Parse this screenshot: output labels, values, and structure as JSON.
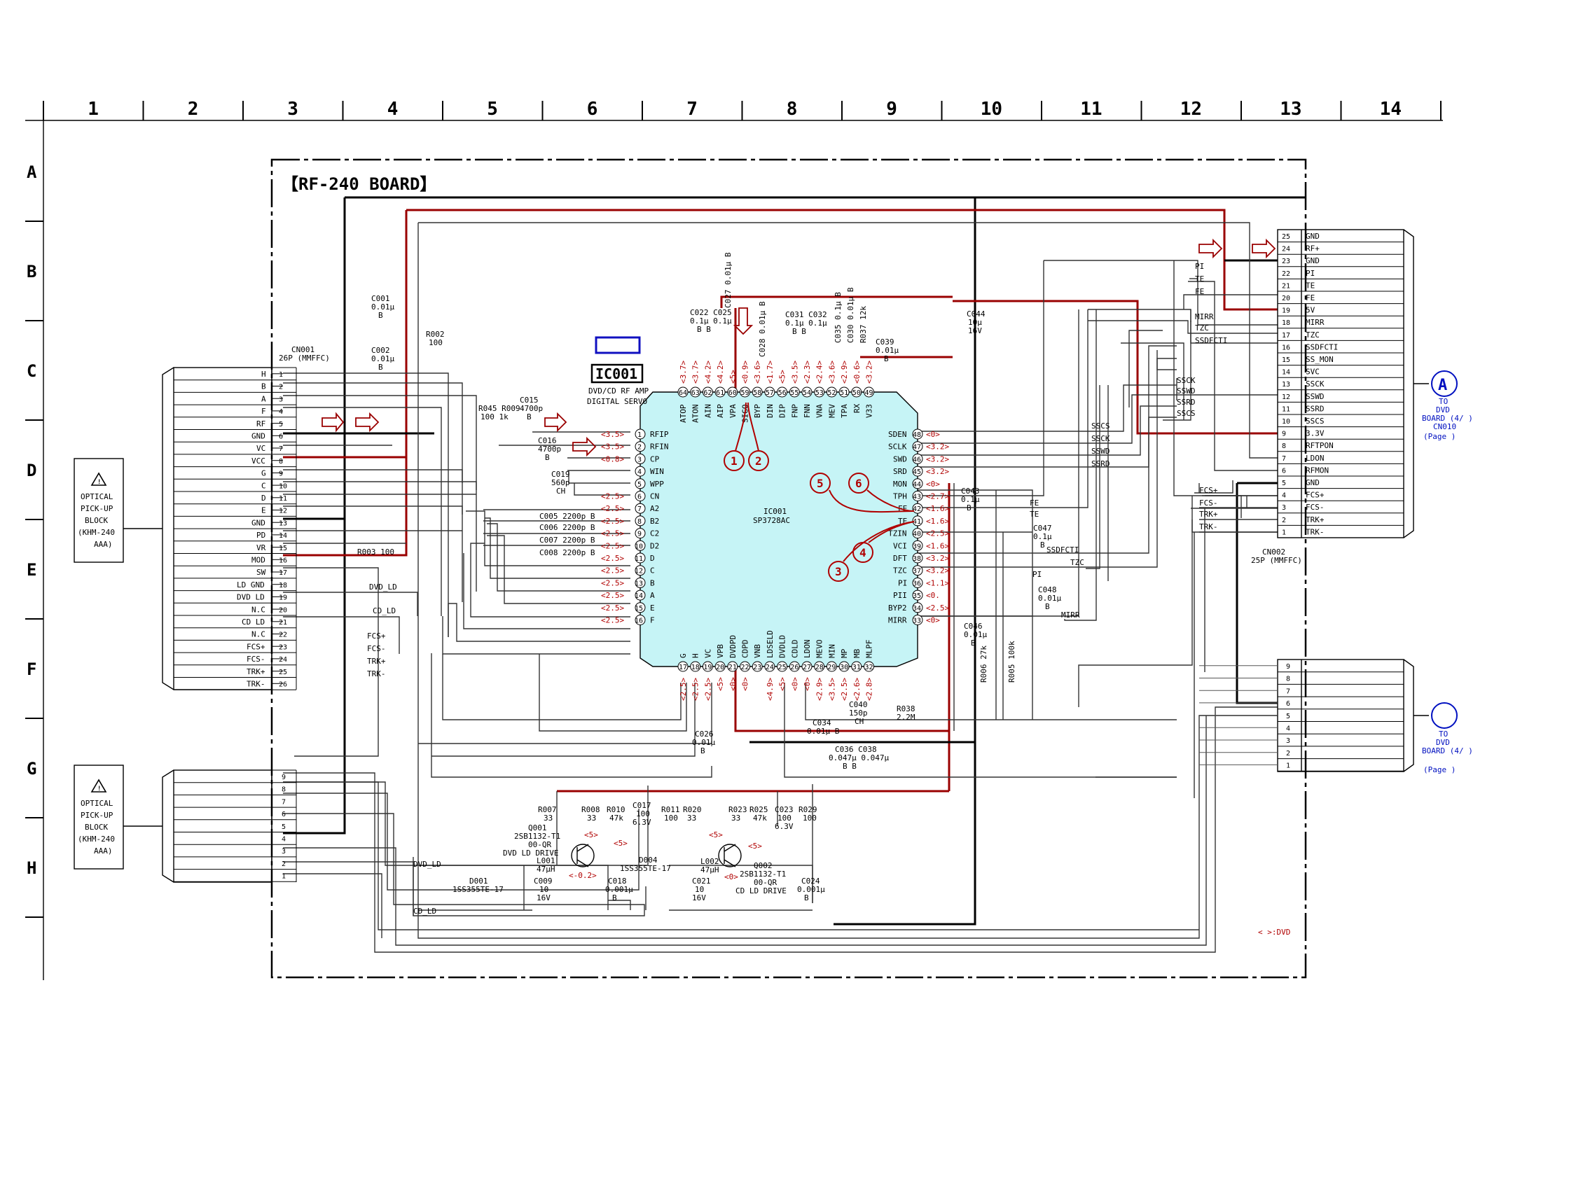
{
  "grid_columns": [
    "1",
    "2",
    "3",
    "4",
    "5",
    "6",
    "7",
    "8",
    "9",
    "10",
    "11",
    "12",
    "13",
    "14"
  ],
  "grid_rows": [
    "A",
    "B",
    "C",
    "D",
    "E",
    "F",
    "G",
    "H"
  ],
  "board_title": "【RF-240 BOARD】",
  "ic": {
    "ref": "IC001",
    "desc1": "DVD/CD RF AMP",
    "desc2": "DIGITAL SERVO",
    "center_ref": "IC001",
    "center_part": "SP3728AC",
    "left_pins": [
      {
        "n": "1",
        "name": "RFIP",
        "v": "<3.5>"
      },
      {
        "n": "2",
        "name": "RFIN",
        "v": "<3.5>"
      },
      {
        "n": "3",
        "name": "CP",
        "v": "<0.8>"
      },
      {
        "n": "4",
        "name": "WIN",
        "v": ""
      },
      {
        "n": "5",
        "name": "WPP",
        "v": ""
      },
      {
        "n": "6",
        "name": "CN",
        "v": "<2.5>"
      },
      {
        "n": "7",
        "name": "A2",
        "v": "<2.5>"
      },
      {
        "n": "8",
        "name": "B2",
        "v": "<2.5>"
      },
      {
        "n": "9",
        "name": "C2",
        "v": "<2.5>"
      },
      {
        "n": "10",
        "name": "D2",
        "v": "<2.5>"
      },
      {
        "n": "11",
        "name": "D",
        "v": "<2.5>"
      },
      {
        "n": "12",
        "name": "C",
        "v": "<2.5>"
      },
      {
        "n": "13",
        "name": "B",
        "v": "<2.5>"
      },
      {
        "n": "14",
        "name": "A",
        "v": "<2.5>"
      },
      {
        "n": "15",
        "name": "E",
        "v": "<2.5>"
      },
      {
        "n": "16",
        "name": "F",
        "v": "<2.5>"
      }
    ],
    "right_pins": [
      {
        "n": "48",
        "name": "SDEN",
        "v": "<0>"
      },
      {
        "n": "47",
        "name": "SCLK",
        "v": "<3.2>"
      },
      {
        "n": "46",
        "name": "SWD",
        "v": "<3.2>"
      },
      {
        "n": "45",
        "name": "SRD",
        "v": "<3.2>"
      },
      {
        "n": "44",
        "name": "MON",
        "v": "<0>"
      },
      {
        "n": "43",
        "name": "TPH",
        "v": "<2.7>"
      },
      {
        "n": "42",
        "name": "FE",
        "v": "<1.6>"
      },
      {
        "n": "41",
        "name": "TE",
        "v": "<1.6>"
      },
      {
        "n": "40",
        "name": "TZIN",
        "v": "<2.5>"
      },
      {
        "n": "39",
        "name": "VCI",
        "v": "<1.6>"
      },
      {
        "n": "38",
        "name": "DFT",
        "v": "<3.2>"
      },
      {
        "n": "37",
        "name": "TZC",
        "v": "<3.2>"
      },
      {
        "n": "36",
        "name": "PI",
        "v": "<1.1>"
      },
      {
        "n": "35",
        "name": "PII",
        "v": "<0."
      },
      {
        "n": "34",
        "name": "BYP2",
        "v": "<2.5>"
      },
      {
        "n": "33",
        "name": "MIRR",
        "v": "<0>"
      }
    ],
    "top_pins": [
      {
        "n": "64",
        "name": "ATOP",
        "v": "<3.7>"
      },
      {
        "n": "63",
        "name": "ATON",
        "v": "<3.7>"
      },
      {
        "n": "62",
        "name": "AIN",
        "v": "<4.2>"
      },
      {
        "n": "61",
        "name": "AIP",
        "v": "<4.2>"
      },
      {
        "n": "60",
        "name": "VPA",
        "v": "<5>"
      },
      {
        "n": "59",
        "name": "SIGO",
        "v": "<0.9>"
      },
      {
        "n": "58",
        "name": "BYP",
        "v": "<3.6>"
      },
      {
        "n": "57",
        "name": "DIN",
        "v": "<1.7>"
      },
      {
        "n": "56",
        "name": "DIP",
        "v": "<5>"
      },
      {
        "n": "55",
        "name": "FNP",
        "v": "<3.5>"
      },
      {
        "n": "54",
        "name": "FNN",
        "v": "<2.3>"
      },
      {
        "n": "53",
        "name": "VNA",
        "v": "<2.4>"
      },
      {
        "n": "52",
        "name": "MEV",
        "v": "<3.6>"
      },
      {
        "n": "51",
        "name": "TPA",
        "v": "<2.9>"
      },
      {
        "n": "50",
        "name": "RX",
        "v": "<0.6>"
      },
      {
        "n": "49",
        "name": "V33",
        "v": "<3.2>"
      }
    ],
    "bottom_pins": [
      {
        "n": "17",
        "name": "G",
        "v": "<2.5>"
      },
      {
        "n": "18",
        "name": "H",
        "v": "<2.5>"
      },
      {
        "n": "19",
        "name": "VC",
        "v": "<2.5>"
      },
      {
        "n": "20",
        "name": "VPB",
        "v": "<5>"
      },
      {
        "n": "21",
        "name": "DVDPD",
        "v": "<0>"
      },
      {
        "n": "22",
        "name": "CDPD",
        "v": "<0>"
      },
      {
        "n": "23",
        "name": "VNB",
        "v": ""
      },
      {
        "n": "24",
        "name": "LDSELD",
        "v": "<4.9>"
      },
      {
        "n": "25",
        "name": "DVDLD",
        "v": "<5>"
      },
      {
        "n": "26",
        "name": "CDLD",
        "v": "<0>"
      },
      {
        "n": "27",
        "name": "LDON",
        "v": "<0>"
      },
      {
        "n": "28",
        "name": "MEVO",
        "v": "<2.9>"
      },
      {
        "n": "29",
        "name": "MIN",
        "v": "<3.5>"
      },
      {
        "n": "30",
        "name": "MP",
        "v": "<2.5>"
      },
      {
        "n": "31",
        "name": "MB",
        "v": "<2.6>"
      },
      {
        "n": "32",
        "name": "MLPF",
        "v": "<2.8>"
      }
    ]
  },
  "cn001": {
    "ref": "CN001",
    "desc": "26P (MMFFC)",
    "pins": [
      {
        "n": "1",
        "name": "H"
      },
      {
        "n": "2",
        "name": "B"
      },
      {
        "n": "3",
        "name": "A"
      },
      {
        "n": "4",
        "name": "F"
      },
      {
        "n": "5",
        "name": "RF"
      },
      {
        "n": "6",
        "name": "GND"
      },
      {
        "n": "7",
        "name": "VC"
      },
      {
        "n": "8",
        "name": "VCC"
      },
      {
        "n": "9",
        "name": "G"
      },
      {
        "n": "10",
        "name": "C"
      },
      {
        "n": "11",
        "name": "D"
      },
      {
        "n": "12",
        "name": "E"
      },
      {
        "n": "13",
        "name": "GND"
      },
      {
        "n": "14",
        "name": "PD"
      },
      {
        "n": "15",
        "name": "VR"
      },
      {
        "n": "16",
        "name": "MOD"
      },
      {
        "n": "17",
        "name": "SW"
      },
      {
        "n": "18",
        "name": "LD GND"
      },
      {
        "n": "19",
        "name": "DVD LD"
      },
      {
        "n": "20",
        "name": "N.C"
      },
      {
        "n": "21",
        "name": "CD LD"
      },
      {
        "n": "22",
        "name": "N.C"
      },
      {
        "n": "23",
        "name": "FCS+"
      },
      {
        "n": "24",
        "name": "FCS-"
      },
      {
        "n": "25",
        "name": "TRK+"
      },
      {
        "n": "26",
        "name": "TRK-"
      }
    ]
  },
  "cn_lower": {
    "pins": [
      "9",
      "8",
      "7",
      "6",
      "5",
      "4",
      "3",
      "2",
      "1"
    ]
  },
  "cn002": {
    "ref": "CN002",
    "desc": "25P (MMFFC)",
    "pins": [
      {
        "n": "25",
        "name": "GND"
      },
      {
        "n": "24",
        "name": "RF+"
      },
      {
        "n": "23",
        "name": "GND"
      },
      {
        "n": "22",
        "name": "PI"
      },
      {
        "n": "21",
        "name": "TE"
      },
      {
        "n": "20",
        "name": "FE"
      },
      {
        "n": "19",
        "name": "5V"
      },
      {
        "n": "18",
        "name": "MIRR"
      },
      {
        "n": "17",
        "name": "TZC"
      },
      {
        "n": "16",
        "name": "SSDFCTI"
      },
      {
        "n": "15",
        "name": "SS_MON"
      },
      {
        "n": "14",
        "name": "SVC"
      },
      {
        "n": "13",
        "name": "SSCK"
      },
      {
        "n": "12",
        "name": "SSWD"
      },
      {
        "n": "11",
        "name": "SSRD"
      },
      {
        "n": "10",
        "name": "SSCS"
      },
      {
        "n": "9",
        "name": "3.3V"
      },
      {
        "n": "8",
        "name": "RFTPON"
      },
      {
        "n": "7",
        "name": "LDON"
      },
      {
        "n": "6",
        "name": "RFMON"
      },
      {
        "n": "5",
        "name": "GND"
      },
      {
        "n": "4",
        "name": "FCS+"
      },
      {
        "n": "3",
        "name": "FCS-"
      },
      {
        "n": "2",
        "name": "TRK+"
      },
      {
        "n": "1",
        "name": "TRK-"
      }
    ]
  },
  "cn_right_lower": {
    "pins": [
      "9",
      "8",
      "7",
      "6",
      "5",
      "4",
      "3",
      "2",
      "1"
    ]
  },
  "pickup_block": {
    "line1": "OPTICAL",
    "line2": "PICK-UP",
    "line3": "BLOCK",
    "line4": "(KHM-240",
    "line5": "AAA)"
  },
  "offpage_a": {
    "letter": "A",
    "to": "TO",
    "board": "DVD",
    "board2": "BOARD (4/ )",
    "cn": "CN010",
    "page": "(Page    )"
  },
  "offpage_b": {
    "to": "TO",
    "board": "DVD",
    "board2": "BOARD (4/ )",
    "page": "(Page    )"
  },
  "wave_labels": [
    "1",
    "2",
    "3",
    "4",
    "5",
    "6"
  ],
  "legend": "< >:DVD",
  "signals": {
    "dvd_ld": "DVD_LD",
    "cd_ld": "CD_LD",
    "fcs_p": "FCS+",
    "fcs_m": "FCS-",
    "trk_p": "TRK+",
    "trk_m": "TRK-",
    "sscs": "SSCS",
    "ssck": "SSCK",
    "sswd": "SSWD",
    "ssrd": "SSRD",
    "ssdfcti": "SSDFCTI",
    "tzc": "TZC",
    "pi": "PI",
    "te": "TE",
    "fe": "FE",
    "mirr": "MIRR"
  },
  "components": {
    "c001": "C001",
    "c001v": "0.01µ",
    "c001t": "B",
    "c002": "C002",
    "c002v": "0.01µ",
    "c002t": "B",
    "r002": "R002",
    "r002v": "100",
    "r003": "R003 100",
    "r045": "R045 R009",
    "r045v": "100  1k",
    "c015": "C015",
    "c015v": "4700p",
    "c015t": "B",
    "c016": "C016",
    "c016v": "4700p",
    "c016t": "B",
    "c019": "C019",
    "c019v": "560p",
    "c019t": "CH",
    "c005": "C005 2200p B",
    "c006": "C006 2200p B",
    "c007": "C007 2200p B",
    "c008": "C008 2200p B",
    "c022": "C022 C025",
    "c022v": "0.1µ 0.1µ",
    "c022t": "B    B",
    "c027": "C027 0.01µ B",
    "c028": "C028 0.01µ B",
    "c031": "C031 C032",
    "c031v": "0.1µ 0.1µ",
    "c031t": "B   B",
    "c035": "C035 0.1µ B",
    "c030": "C030 0.01µ B",
    "r037": "R037 12k",
    "c039": "C039",
    "c039v": "0.01µ",
    "c039t": "B",
    "c044": "C044",
    "c044v": "10µ",
    "c044t": "16V",
    "c043": "C043",
    "c043v": "0.1µ",
    "c043t": "B",
    "c047": "C047",
    "c047v": "0.1µ",
    "c047t": "B",
    "c048": "C048",
    "c048v": "0.01µ",
    "c048t": "B",
    "c046": "C046",
    "c046v": "0.01µ",
    "c046t": "B",
    "r006": "R006 27k",
    "r005": "R005 100k",
    "c026": "C026",
    "c026v": "0.01µ",
    "c026t": "B",
    "c034": "C034",
    "c034v": "0.01µ B",
    "c040": "C040",
    "c040v": "150p",
    "c040t": "CH",
    "r038": "R038",
    "r038v": "2.2M",
    "c036": "C036 C038",
    "c036v": "0.047µ 0.047µ",
    "c036t": "B       B",
    "r007": "R007",
    "r007v": "33",
    "r008": "R008",
    "r008v": "33",
    "r010": "R010",
    "r010v": "47k",
    "c017": "C017",
    "c017v": "100",
    "c017t": "6.3V",
    "r011": "R011",
    "r011v": "100",
    "r020": "R020",
    "r020v": "33",
    "r023": "R023",
    "r023v": "33",
    "r025": "R025",
    "r025v": "47k",
    "c023": "C023",
    "c023v": "100",
    "c023t": "6.3V",
    "r029": "R029",
    "r029v": "100",
    "q001": "Q001",
    "q001p": "2SB1132-T1",
    "q001p2": "00-QR",
    "q001d": "DVD LD DRIVE",
    "q002": "Q002",
    "q002p": "2SB1132-T1",
    "q002p2": "00-QR",
    "q002d": "CD LD DRIVE",
    "l001": "L001",
    "l001v": "47µH",
    "l002": "L002",
    "l002v": "47µH",
    "d004": "D004",
    "d004p": "1SS355TE-17",
    "d001": "D001",
    "d001p": "1SS355TE-17",
    "c009": "C009",
    "c009v": "10",
    "c009t": "16V",
    "c018": "C018",
    "c018v": "0.001µ",
    "c018t": "B",
    "c021": "C021",
    "c021v": "10",
    "c021t": "16V",
    "c024": "C024",
    "c024v": "0.001µ",
    "c024t": "B",
    "v5a": "<5>",
    "v5b": "<5>",
    "v5c": "<5>",
    "v5d": "<5>",
    "v02": "<-0.2>",
    "v0": "<0>"
  },
  "colors": {
    "wire": "#333333",
    "power": "#9a0000",
    "ic_fill": "#c6f4f6",
    "annot": "#b00000",
    "offpage": "#0010c0"
  }
}
